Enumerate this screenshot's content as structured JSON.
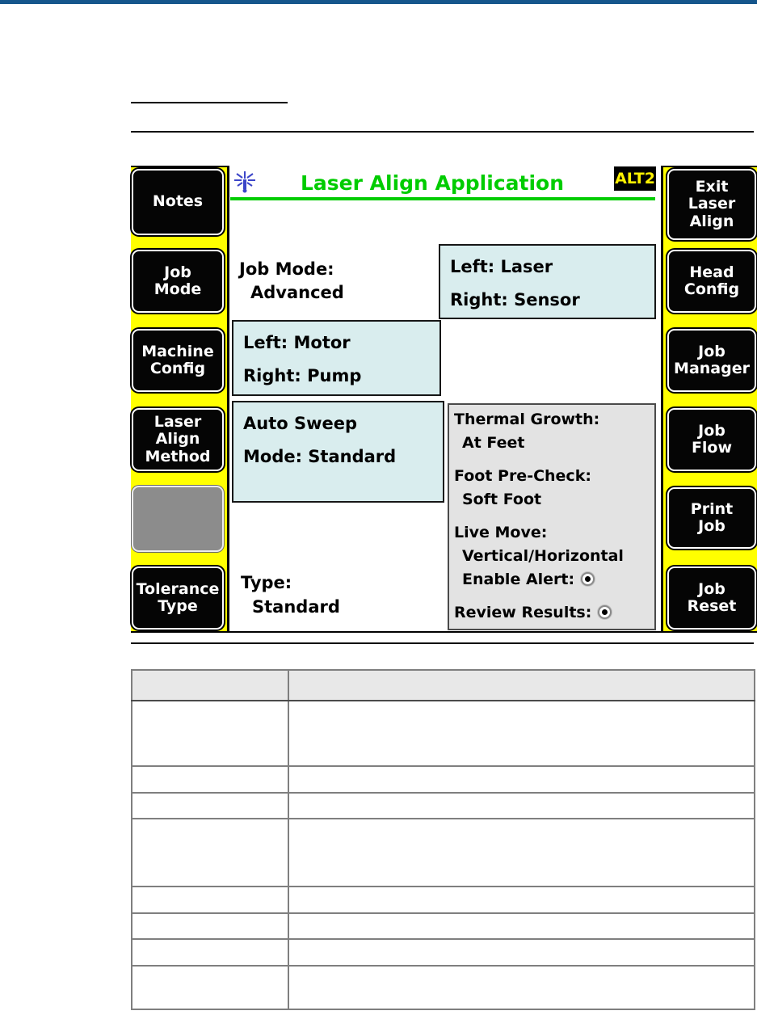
{
  "document": {
    "accent_bar_color": "#15568C"
  },
  "screen": {
    "title": "Laser Align Application",
    "title_color": "#00CC00",
    "alt_badge": "ALT2",
    "left_softkeys": [
      {
        "id": "notes",
        "label": "Notes",
        "enabled": true
      },
      {
        "id": "job-mode",
        "label": "Job\nMode",
        "enabled": true
      },
      {
        "id": "machine-config",
        "label": "Machine\nConfig",
        "enabled": true
      },
      {
        "id": "laser-align-method",
        "label": "Laser\nAlign\nMethod",
        "enabled": true
      },
      {
        "id": "blank",
        "label": "",
        "enabled": false
      },
      {
        "id": "tolerance-type",
        "label": "Tolerance\nType",
        "enabled": true
      }
    ],
    "right_softkeys": [
      {
        "id": "exit-laser-align",
        "label": "Exit\nLaser\nAlign"
      },
      {
        "id": "head-config",
        "label": "Head\nConfig"
      },
      {
        "id": "job-manager",
        "label": "Job\nManager"
      },
      {
        "id": "job-flow",
        "label": "Job\nFlow"
      },
      {
        "id": "print-job",
        "label": "Print\nJob"
      },
      {
        "id": "job-reset",
        "label": "Job\nReset"
      }
    ],
    "job_mode": {
      "label": "Job Mode:",
      "value": "Advanced"
    },
    "head_box": {
      "line1": "Left: Laser",
      "line2": "Right: Sensor"
    },
    "machine_box": {
      "line1": "Left: Motor",
      "line2": "Right: Pump"
    },
    "sweep_box": {
      "line1": "Auto Sweep",
      "line2": "Mode: Standard"
    },
    "options_box": {
      "lines": [
        {
          "text": "Thermal Growth:"
        },
        {
          "text": "At Feet"
        },
        {
          "text": "Foot Pre-Check:"
        },
        {
          "text": "Soft Foot"
        },
        {
          "text": "Live Move:"
        },
        {
          "text": "Vertical/Horizontal"
        },
        {
          "text": "Enable Alert:",
          "radio": "selected"
        },
        {
          "text": "Review Results:",
          "radio": "selected"
        }
      ]
    },
    "tolerance": {
      "label": "Type:",
      "value": "Standard"
    },
    "colors": {
      "softkey_panel": "#FFFF00",
      "softkey_button": "#050505",
      "info_box": "#D9EDEE",
      "options_box": "#E3E3E3",
      "laser_icon": "#3C45C8"
    }
  },
  "table": {
    "header": [
      "",
      ""
    ],
    "rows": [
      [
        "",
        ""
      ],
      [
        "",
        ""
      ],
      [
        "",
        ""
      ],
      [
        "",
        ""
      ],
      [
        "",
        ""
      ],
      [
        "",
        ""
      ],
      [
        "",
        ""
      ],
      [
        "",
        ""
      ]
    ]
  }
}
